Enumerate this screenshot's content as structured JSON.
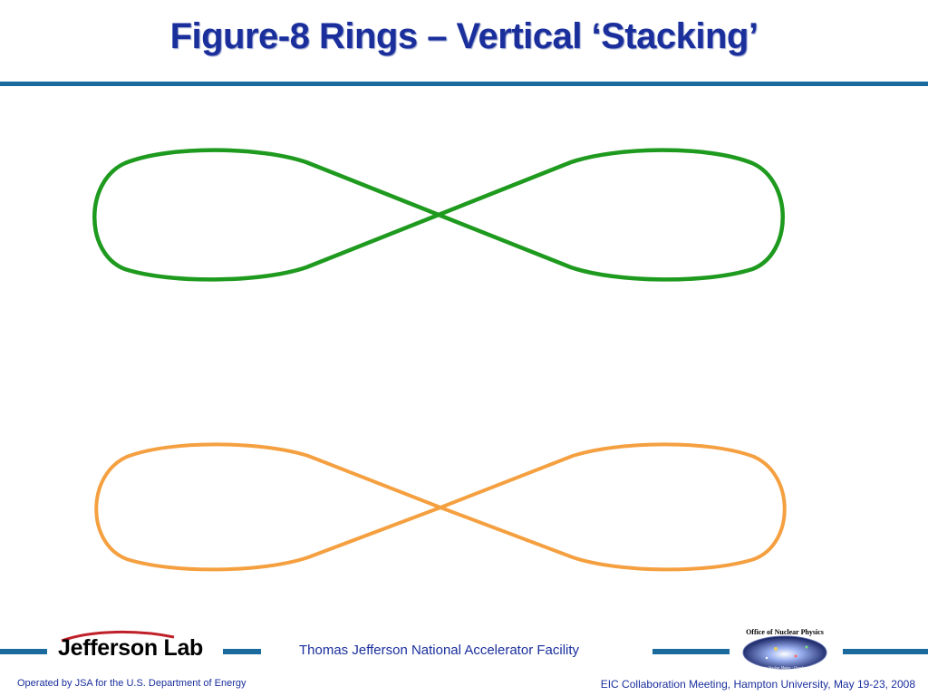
{
  "slide": {
    "title": "Figure-8 Rings – Vertical ‘Stacking’"
  },
  "colors": {
    "title": "#1a2f9c",
    "rule": "#1a6a9e",
    "ring_top": "#1e9a1e",
    "ring_bottom": "#f5a040"
  },
  "footer": {
    "logo_text": "Jefferson Lab",
    "facility": "Thomas Jefferson National Accelerator Facility",
    "operated_by": "Operated by JSA for the U.S. Department of Energy",
    "meeting": "EIC Collaboration Meeting, Hampton University, May 19-23, 2008",
    "doe_logo_title": "Office of Nuclear Physics",
    "doe_logo_tagline": "Exploring Nuclear Matter - Quarks to Stars"
  }
}
